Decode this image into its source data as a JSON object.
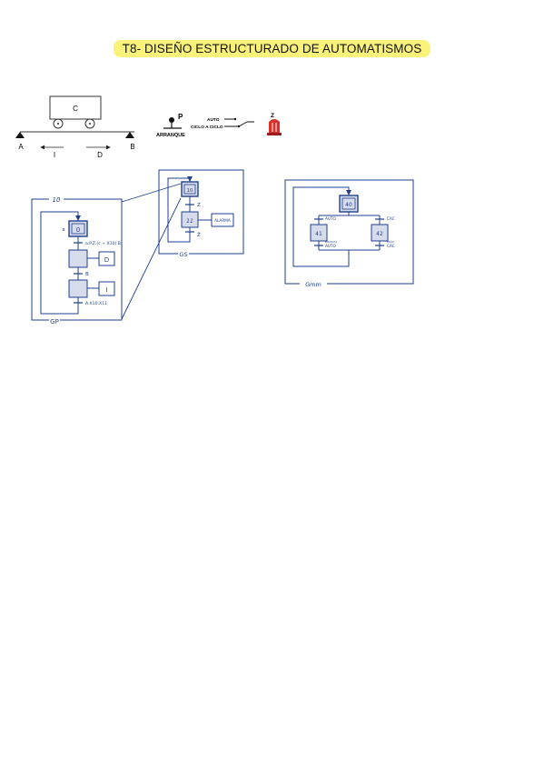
{
  "page": {
    "title": "T8- DISEÑO ESTRUCTURADO DE AUTOMATISMOS"
  },
  "colors": {
    "highlight": "#fbf27a",
    "diagram_blue": "#1f3f8f",
    "step_fill": "#d6dcec",
    "button_red": "#d9302c"
  },
  "cart": {
    "cart_label": "C",
    "left_stop": "A",
    "right_stop": "B",
    "dir_left": "I",
    "dir_right": "D"
  },
  "controls": {
    "start_button_label": "P",
    "start_caption": "ARRANQUE",
    "switch_auto": "AUTO",
    "switch_cycle": "CICLO A CICLO",
    "alarm_label": "Z"
  },
  "gp": {
    "macro_label": "10",
    "group_label": "GP",
    "step0": "0",
    "initial_mark": "a",
    "t1": "a.P.Z.(c + X10).B",
    "action1": "D",
    "t2": "B",
    "action2": "I",
    "t3": "A.X10.X11"
  },
  "gs": {
    "group_label": "GS",
    "step10": "10",
    "t1": "Z",
    "step11": "11",
    "action11": "ALARMA",
    "t2": "Z̄"
  },
  "gmm": {
    "group_label": "Gmm",
    "step40": "40",
    "t_left_top": "AUTO",
    "t_right_top": "CAC",
    "step41": "41",
    "step42": "42",
    "t_left_bottom": "AUTO",
    "t_right_bottom": "CAC"
  }
}
